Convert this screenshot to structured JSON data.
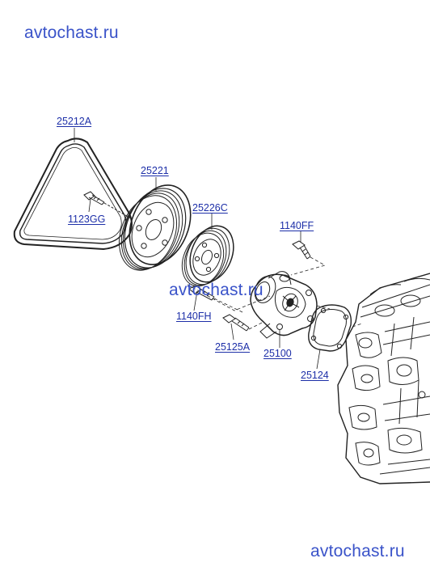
{
  "watermarks": {
    "top": "avtochast.ru",
    "middle": "avtochast.ru",
    "bottom": "avtochast.ru"
  },
  "parts": {
    "belt": "25212A",
    "bolt_crank": "1123GG",
    "crank_pulley": "25221",
    "pump_pulley": "25226C",
    "bolt_upper": "1140FF",
    "bolt_lower": "1140FH",
    "bolt_pump": "25125A",
    "water_pump": "25100",
    "gasket": "25124"
  },
  "colors": {
    "label": "#1d2fa8",
    "watermark": "#3a53c9",
    "line": "#222222"
  }
}
